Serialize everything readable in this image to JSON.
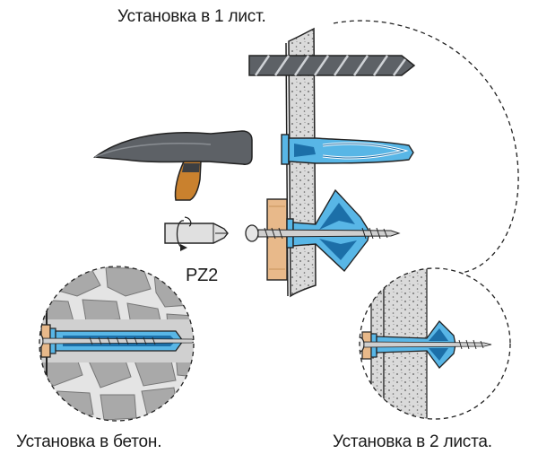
{
  "captions": {
    "single_sheet": "Установка в 1 лист.",
    "concrete": "Установка в бетон.",
    "double_sheet": "Установка в 2 листа.",
    "bit": "PZ2"
  },
  "colors": {
    "dowel": "#58b6e6",
    "dowel_dark": "#1c6fa8",
    "wall": "#d9d9d9",
    "concrete": "#a9a9a9",
    "wood": "#e8b98a",
    "metal": "#5d6166",
    "handle": "#c9812e",
    "outline": "#222222"
  },
  "icons": [
    "hammer-icon",
    "drill-bit-icon",
    "rotation-arrow-icon",
    "screw-icon",
    "dowel-icon"
  ]
}
